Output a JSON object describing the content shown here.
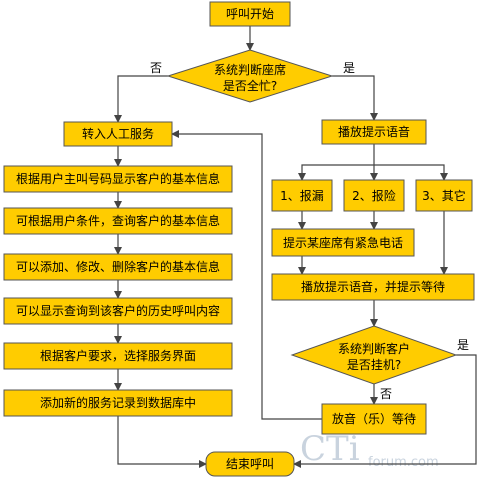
{
  "nodes": {
    "start": "呼叫开始",
    "judge_busy_l1": "系统判断座席",
    "judge_busy_l2": "是否全忙?",
    "manual_service": "转入人工服务",
    "step_query_by_number": "根据用户主叫号码显示客户的基本信息",
    "step_query_by_condition": "可根据用户条件，查询客户的基本信息",
    "step_edit": "可以添加、修改、删除客户的基本信息",
    "step_history": "可以显示查询到该客户的历史呼叫内容",
    "step_select_ui": "根据客户要求，选择服务界面",
    "step_add_record": "添加新的服务记录到数据库中",
    "play_prompt": "播放提示语音",
    "opt_repair": "1、报漏",
    "opt_insurance": "2、报险",
    "opt_other": "3、其它",
    "emergency_call": "提示某座席有紧急电话",
    "play_wait": "播放提示语音，并提示等待",
    "judge_hangup_l1": "系统判断客户",
    "judge_hangup_l2": "是否挂机?",
    "music_wait": "放音（乐）等待",
    "end": "结束呼叫"
  },
  "edge_labels": {
    "busy_no": "否",
    "busy_yes": "是",
    "hangup_no": "否",
    "hangup_yes": "是"
  },
  "watermark": {
    "big": "CTi",
    "small": "forum.com"
  },
  "colors": {
    "box_fill": "#ffcc00",
    "stroke": "#555555",
    "arrow": "#444444"
  }
}
